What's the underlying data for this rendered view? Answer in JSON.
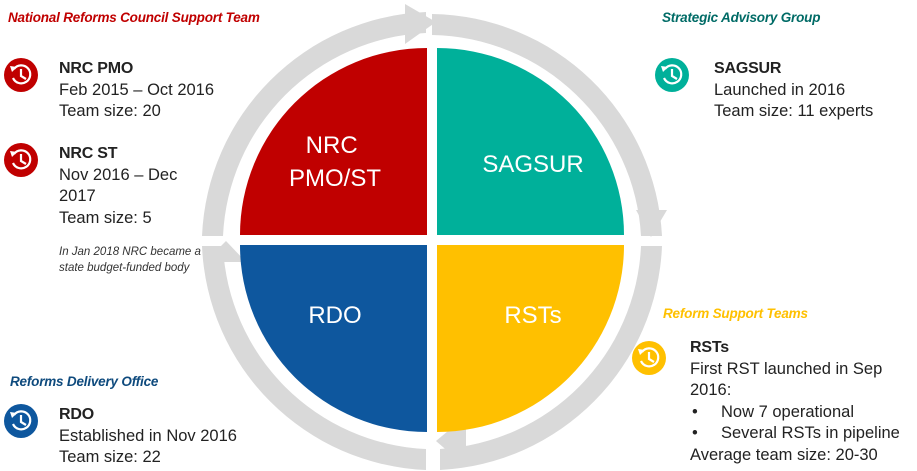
{
  "colors": {
    "red": "#c00000",
    "teal": "#00b09a",
    "blue": "#0e579e",
    "yellow": "#ffc000",
    "arrow_gray": "#d9d9d9",
    "title_red": "#c00000",
    "title_teal": "#006b66",
    "title_blue": "#0e4a7d",
    "title_yellow": "#ffc000"
  },
  "quadrants": {
    "top_left": "NRC\nPMO/ST",
    "top_right": "SAGSUR",
    "bottom_left": "RDO",
    "bottom_right": "RSTs"
  },
  "nrc": {
    "section_title": "National Reforms Council  Support Team",
    "pmo": {
      "head": "NRC PMO",
      "line1": "Feb 2015 – Oct 2016",
      "line2": "Team size: 20",
      "icon": "history-icon"
    },
    "st": {
      "head": "NRC ST",
      "line1": "Nov 2016 – Dec",
      "line2": "2017",
      "line3": "Team size:  5",
      "icon": "history-icon"
    },
    "note": "In Jan 2018 NRC became a state budget-funded body"
  },
  "sagsur": {
    "section_title": "Strategic Advisory Group",
    "head": "SAGSUR",
    "line1": "Launched in 2016",
    "line2": "Team size: 11 experts",
    "icon": "history-icon"
  },
  "rdo": {
    "section_title": "Reforms Delivery Office",
    "head": "RDO",
    "line1": "Established in Nov 2016",
    "line2": "Team size:  22",
    "icon": "history-icon"
  },
  "rst": {
    "section_title": "Reform Support Teams",
    "head": "RSTs",
    "line1": "First RST launched in Sep",
    "line2": "2016:",
    "bullets": [
      "Now 7 operational",
      "Several  RSTs in pipeline"
    ],
    "line3": "Average team size: 20-30",
    "icon": "history-icon"
  }
}
